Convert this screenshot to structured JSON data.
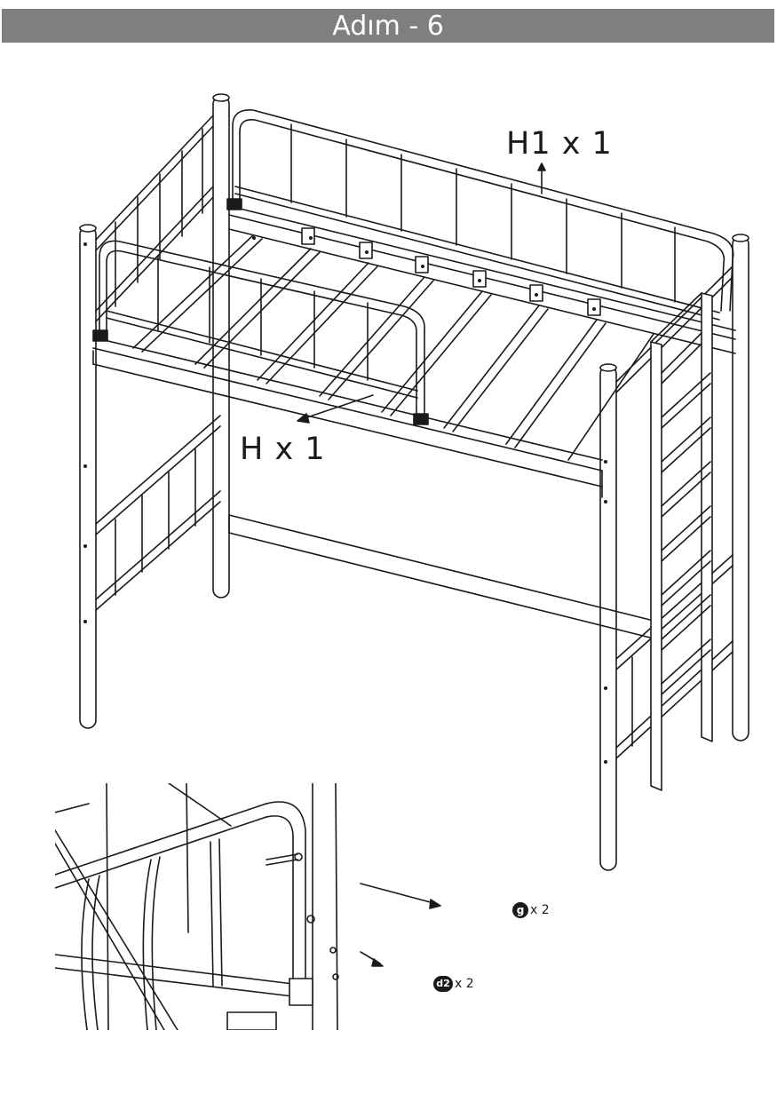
{
  "header": {
    "title": "Adım - 6",
    "bar_color": "#7f7f7f"
  },
  "parts": [
    {
      "id": "H1",
      "label": "H1 x 1"
    },
    {
      "id": "H",
      "label": "H x 1"
    }
  ],
  "hardware": [
    {
      "symbol": "g",
      "qty": "x 2"
    },
    {
      "symbol": "d2",
      "qty": "x 2"
    }
  ],
  "icons": {
    "main_illustration": "loft-bed-assembly-illustration",
    "detail_illustration": "guardrail-bolt-detail-illustration"
  }
}
